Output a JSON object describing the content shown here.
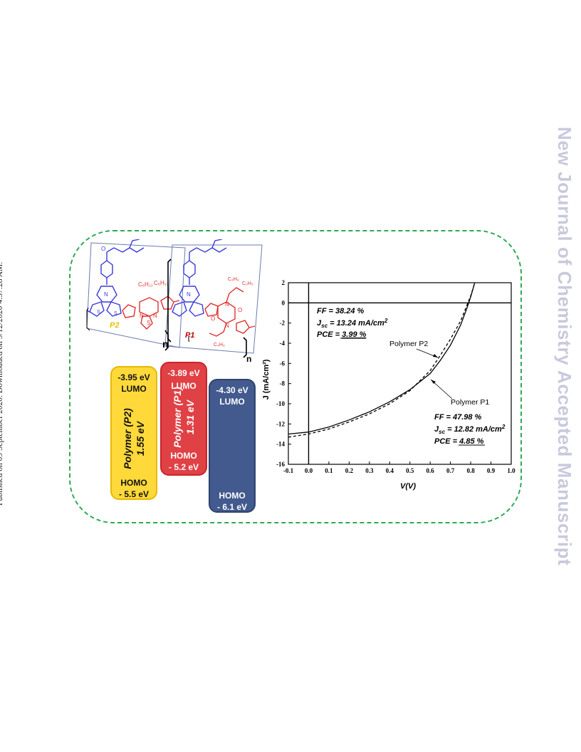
{
  "header": {
    "published_note": "Published on 09 September 2020. Downloaded on 9/12/2020 4:37:28 AM."
  },
  "watermark": "New Journal of Chemistry Accepted Manuscript",
  "structure": {
    "p2_label": "P2",
    "p1_label": "P1",
    "n1": "n",
    "n2": "n"
  },
  "energy_levels": [
    {
      "lumo_value": "-3.95 eV",
      "lumo_label": "LUMO",
      "name": "Polymer (P2)",
      "gap": "1.55 eV",
      "homo_label": "HOMO",
      "homo_value": "- 5.5 eV",
      "color": "#ffd93a"
    },
    {
      "lumo_value": "-3.89 eV",
      "lumo_label": "LUMO",
      "name": "Polymer (P1)",
      "gap": "1.31 eV",
      "homo_label": "HOMO",
      "homo_value": "- 5.2 eV",
      "color": "#e04145"
    },
    {
      "lumo_value": "-4.30 eV",
      "lumo_label": "LUMO",
      "homo_label": "HOMO",
      "homo_value": "- 6.1 eV",
      "color": "#425a8e"
    }
  ],
  "chart_data": {
    "type": "line",
    "xlabel": "V(V)",
    "ylabel": "J (mA/cm²)",
    "xlim": [
      -0.1,
      1.0
    ],
    "ylim": [
      -16,
      2
    ],
    "xticks": [
      "-0.1",
      "0.0",
      "0.1",
      "0.2",
      "0.3",
      "0.4",
      "0.5",
      "0.6",
      "0.7",
      "0.8",
      "0.9",
      "1.0"
    ],
    "yticks": [
      "2",
      "0",
      "-2",
      "-4",
      "-6",
      "-8",
      "-10",
      "-12",
      "-14",
      "-16"
    ],
    "series": [
      {
        "name": "Polymer P1",
        "style": "solid",
        "x": [
          -0.1,
          0.0,
          0.1,
          0.2,
          0.3,
          0.4,
          0.5,
          0.6,
          0.65,
          0.7,
          0.75,
          0.78,
          0.8,
          0.82
        ],
        "y": [
          -13.0,
          -12.8,
          -12.3,
          -11.6,
          -10.8,
          -9.8,
          -8.6,
          -7.0,
          -5.7,
          -4.2,
          -2.2,
          -0.6,
          0.6,
          2.0
        ]
      },
      {
        "name": "Polymer P2",
        "style": "dashed",
        "x": [
          -0.1,
          0.0,
          0.1,
          0.2,
          0.3,
          0.4,
          0.5,
          0.6,
          0.65,
          0.7,
          0.75,
          0.78,
          0.8,
          0.82
        ],
        "y": [
          -13.3,
          -13.0,
          -12.5,
          -11.8,
          -11.0,
          -10.0,
          -8.7,
          -6.7,
          -5.2,
          -3.6,
          -1.8,
          -0.3,
          0.7,
          2.0
        ]
      }
    ],
    "annotations": {
      "p2": {
        "ff": "FF = 38.24 %",
        "jsc_pre": "J",
        "jsc_sub": "sc",
        "jsc_post": " = 13.24 mA/cm",
        "jsc_sup": "2",
        "pce_pre": "PCE = ",
        "pce_val": "3.99 %"
      },
      "p1": {
        "ff": "FF = 47.98 %",
        "jsc_pre": "J",
        "jsc_sub": "sc",
        "jsc_post": " = 12.82 mA/cm",
        "jsc_sup": "2",
        "pce_pre": "PCE = ",
        "pce_val": "4.85 %"
      }
    }
  }
}
